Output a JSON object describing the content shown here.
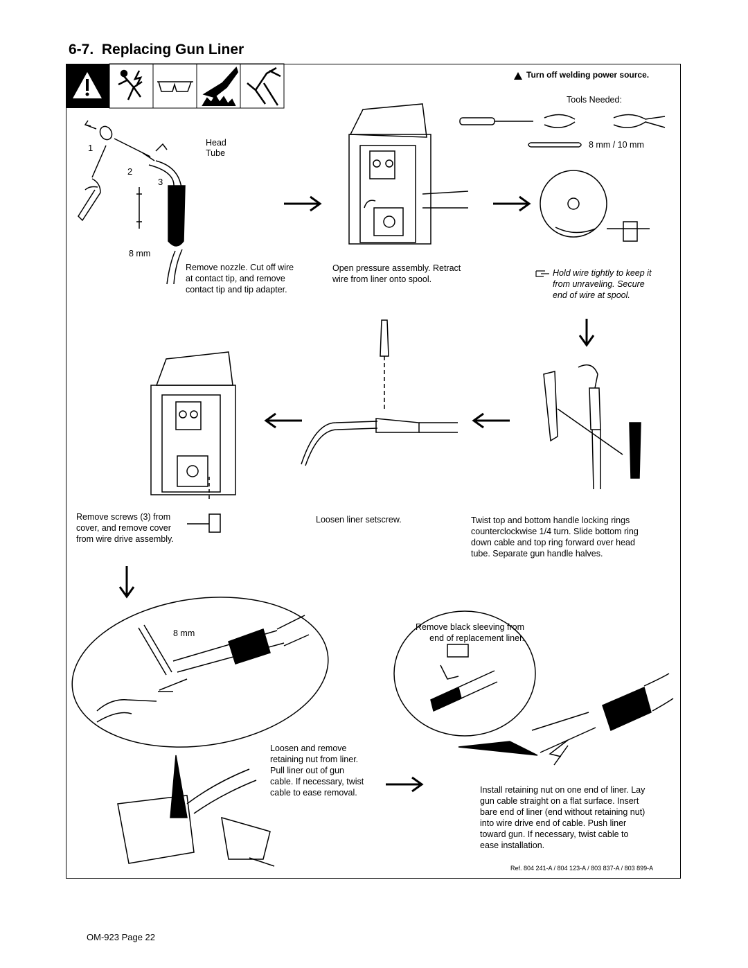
{
  "section": {
    "number": "6-7.",
    "title": "Replacing Gun Liner"
  },
  "warning": "Turn off welding power source.",
  "tools": {
    "heading": "Tools Needed:",
    "wrench_size": "8 mm / 10 mm"
  },
  "step1": {
    "callouts": [
      "1",
      "2",
      "3"
    ],
    "head_label": "Head",
    "tube_label": "Tube",
    "wrench_size": "8 mm",
    "caption": [
      "Remove nozzle. Cut off wire",
      "at contact tip, and remove",
      "contact tip and tip adapter."
    ]
  },
  "step2": {
    "caption": [
      "Open pressure assembly. Retract",
      "wire from liner onto spool."
    ]
  },
  "step3": {
    "note": [
      "Hold wire tightly to keep it",
      "from unraveling. Secure",
      "end of wire at spool."
    ]
  },
  "step4": {
    "caption": [
      "Twist top and bottom handle locking rings",
      "counterclockwise 1/4 turn. Slide bottom ring",
      "down cable and top ring forward over head",
      "tube. Separate gun handle halves."
    ]
  },
  "step5": {
    "caption": "Loosen liner setscrew."
  },
  "step6": {
    "caption": [
      "Remove screws (3) from",
      "cover, and remove cover",
      "from wire drive assembly."
    ]
  },
  "step7": {
    "wrench_size": "8 mm",
    "caption": [
      "Loosen and remove",
      "retaining nut from liner.",
      "Pull liner out of gun",
      "cable. If necessary, twist",
      "cable to ease removal."
    ]
  },
  "step8": {
    "sleeving_caption": [
      "Remove black sleeving from",
      "end of replacement liner."
    ],
    "caption": [
      "Install retaining nut on one end of liner. Lay",
      "gun cable straight on a flat surface. Insert",
      "bare end of liner (end without retaining nut)",
      "into wire drive end of cable. Push liner",
      "toward gun. If necessary, twist cable to",
      "ease installation."
    ]
  },
  "reference": "Ref. 804 241-A / 804 123-A / 803 837-A / 803 899-A",
  "footer": "OM-923 Page 22"
}
